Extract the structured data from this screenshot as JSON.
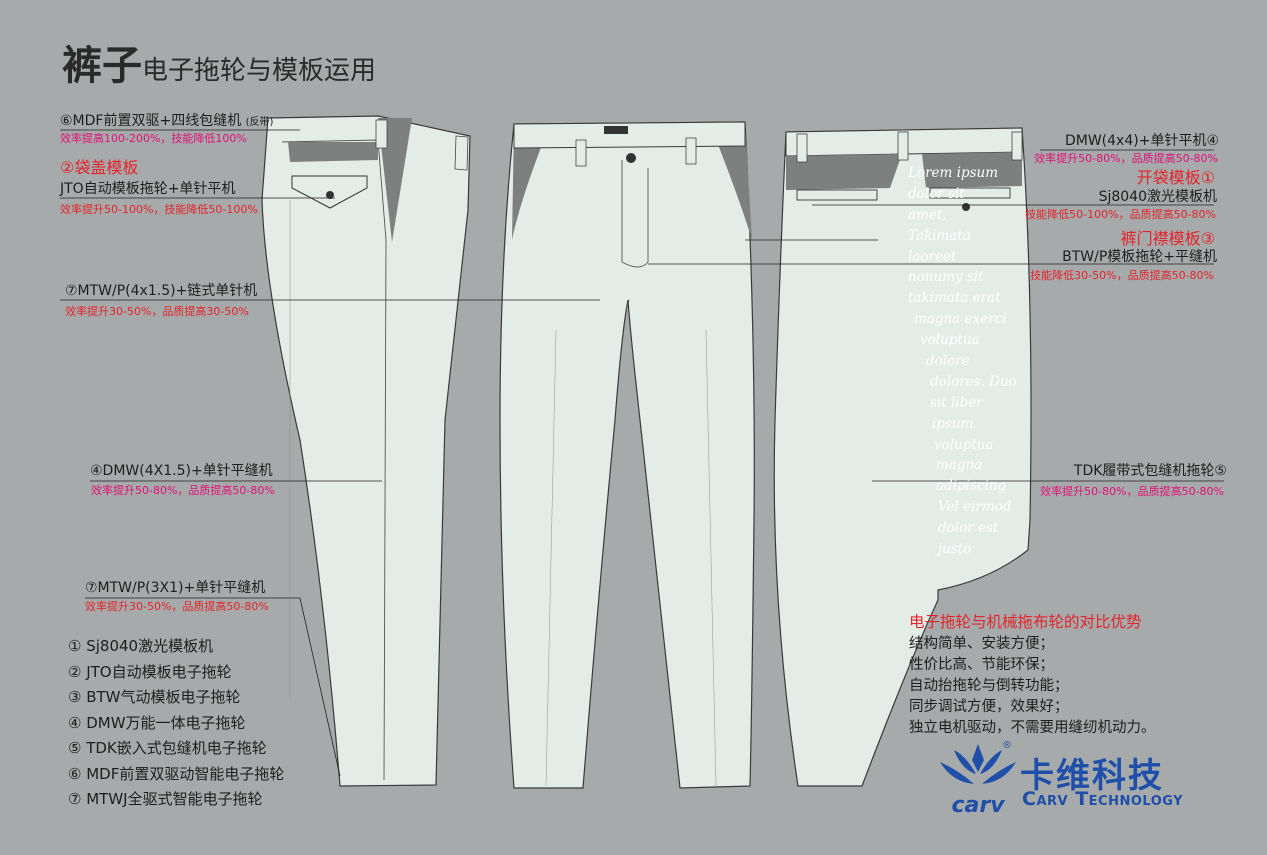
{
  "title": {
    "main": "裤子",
    "rest": "电子拖轮与模板运用"
  },
  "callouts": {
    "c6": {
      "label": "⑥MDF前置双驱+四线包缝机",
      "note": "(反带)",
      "eff": "效率提高100-200%，技能降低100%"
    },
    "c2": {
      "head": "②袋盖模板",
      "label": "JTO自动模板拖轮+单针平机",
      "eff": "效率提升50-100%，技能降低50-100%"
    },
    "c7a": {
      "label": "⑦MTW/P(4x1.5)+链式单针机",
      "eff": "效率提升30-50%，品质提高30-50%"
    },
    "c4": {
      "label": "④DMW(4X1.5)+单针平缝机",
      "eff": "效率提升50-80%，品质提高50-80%"
    },
    "c7b": {
      "label": "⑦MTW/P(3X1)+单针平缝机",
      "eff": "效率提升30-50%，品质提高50-80%"
    },
    "r4": {
      "label": "DMW(4x4)+单针平机④",
      "eff": "效率提升50-80%，品质提高50-80%"
    },
    "r1": {
      "head": "开袋模板①",
      "label": "Sj8040激光模板机",
      "eff": "技能降低50-100%，品质提高50-80%"
    },
    "r3": {
      "head": "裤门襟模板③",
      "label": "BTW/P模板拖轮+平缝机",
      "eff": "技能降低30-50%，品质提高50-80%"
    },
    "r5": {
      "label": "TDK履带式包缝机拖轮⑤",
      "eff": "效率提升50-80%，品质提高50-80%"
    }
  },
  "legend": [
    "① Sj8040激光模板机",
    "② JTO自动模板电子拖轮",
    "③ BTW气动模板电子拖轮",
    "④ DMW万能一体电子拖轮",
    "⑤ TDK嵌入式包缝机电子拖轮",
    "⑥ MDF前置双驱动智能电子拖轮",
    "⑦ MTWJ全驱式智能电子拖轮"
  ],
  "advantages": {
    "heading": "电子拖轮与机械拖布轮的对比优势",
    "items": [
      "结构简单、安装方便；",
      "性价比高、节能环保；",
      "自动抬拖轮与倒转功能；",
      "同步调试方便，效果好；",
      "独立电机驱动，不需要用缝纫机动力。"
    ]
  },
  "lorem": [
    "Lorem ipsum",
    "dolor sit",
    "amet,",
    "Takimata",
    "laoreet",
    "nonumy sit",
    "takimata erat",
    "magna exerci",
    "voluptua",
    "dolore",
    "dolores. Duo",
    "sit liber",
    "ipsum",
    "voluptua",
    "magna",
    "adipiscing",
    "Vel eirmod",
    "dolor est",
    "justo"
  ],
  "brand": {
    "cn": "卡维科技",
    "en": "Carv Technology",
    "logo_text": "carv",
    "reg": "®"
  },
  "colors": {
    "background": "#a7aaaa",
    "garment": "#e4ece8",
    "pocket": "#7e8080",
    "brand": "#1f4fa8",
    "magenta": "#e0107a",
    "red": "#e3242b"
  }
}
